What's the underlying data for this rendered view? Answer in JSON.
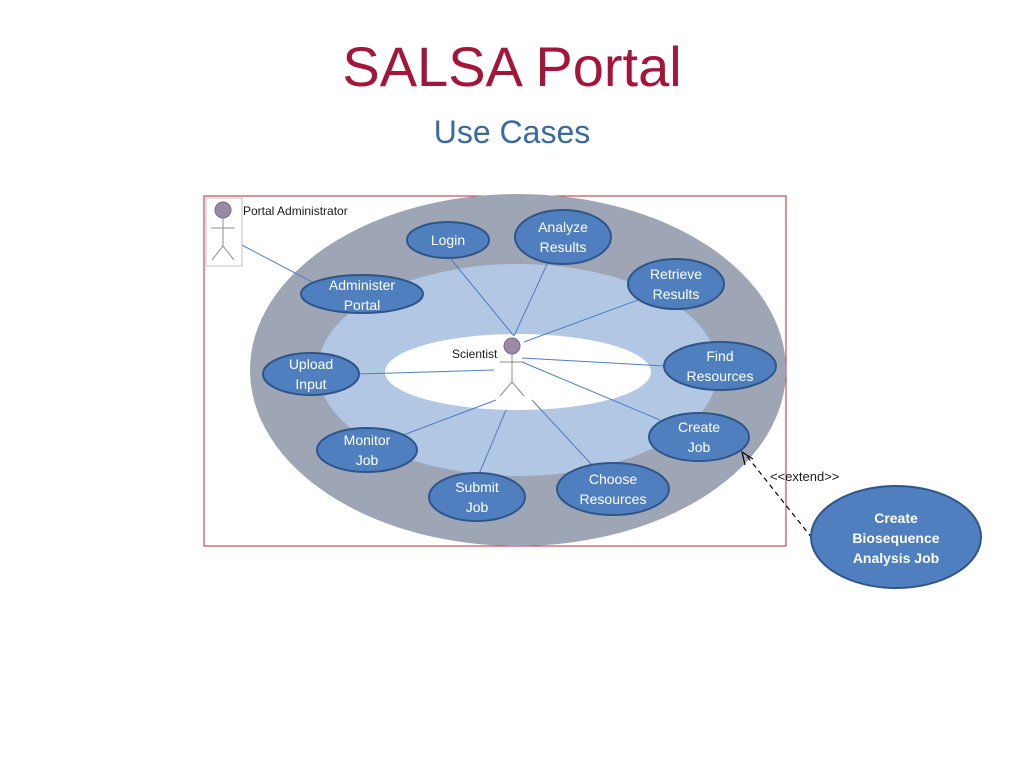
{
  "slide": {
    "title": "SALSA Portal",
    "subtitle": "Use Cases"
  },
  "actors": {
    "admin": "Portal Administrator",
    "scientist": "Scientist"
  },
  "use_cases": {
    "login": [
      "Login"
    ],
    "analyze_results": [
      "Analyze",
      "Results"
    ],
    "retrieve_results": [
      "Retrieve",
      "Results"
    ],
    "administer_portal": [
      "Administer",
      "Portal"
    ],
    "find_resources": [
      "Find",
      "Resources"
    ],
    "upload_input": [
      "Upload",
      "Input"
    ],
    "create_job": [
      "Create",
      "Job"
    ],
    "monitor_job": [
      "Monitor",
      "Job"
    ],
    "choose_resources": [
      "Choose",
      "Resources"
    ],
    "submit_job": [
      "Submit",
      "Job"
    ],
    "create_biosequence": [
      "Create",
      "Biosequence",
      "Analysis Job"
    ]
  },
  "relation": {
    "extend_label": "<<extend>>"
  },
  "colors": {
    "title": "#a3163a",
    "subtitle": "#3b6aa0",
    "use_case_fill": "#4f7fbf",
    "use_case_stroke": "#2f5589",
    "outer_ring": "#9ea6b5",
    "inner_ring": "#b2c7e4",
    "frame": "#b5283a",
    "association_line": "#4f7fbf"
  }
}
